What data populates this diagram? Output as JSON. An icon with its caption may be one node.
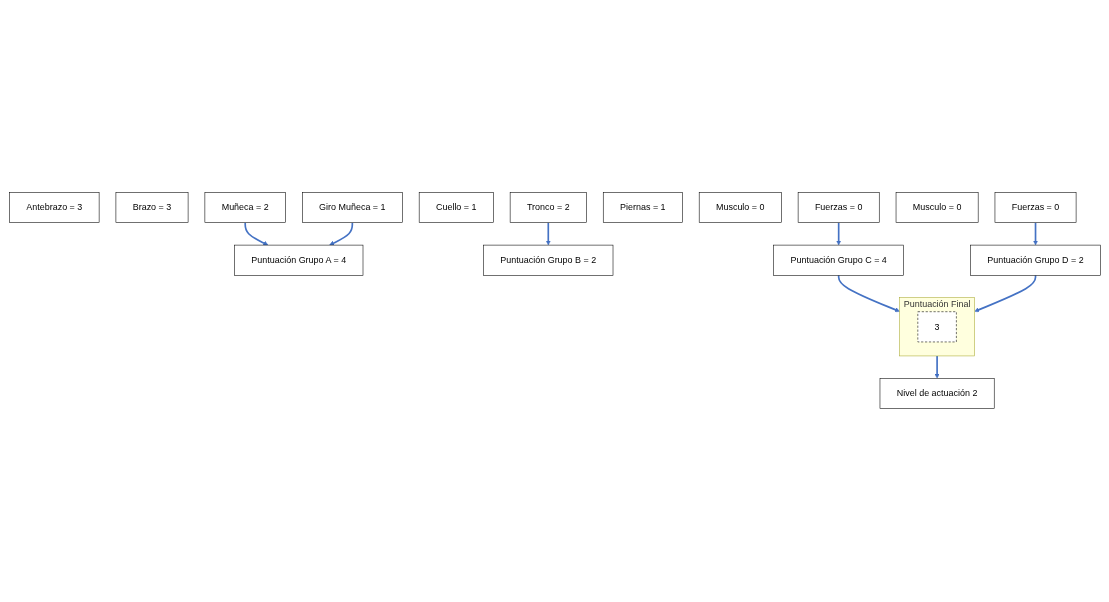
{
  "diagram": {
    "nodes": [
      {
        "text": [
          "Antebrazo = 3"
        ]
      },
      {
        "text": [
          "Brazo = 3"
        ]
      },
      {
        "text": [
          "Muñeca = 2"
        ]
      },
      {
        "text": [
          "Giro Muñeca = 1"
        ]
      },
      {
        "text": [
          "Cuello = 1"
        ]
      },
      {
        "text": [
          "Tronco = 2"
        ]
      },
      {
        "text": [
          "Piernas = 1"
        ]
      },
      {
        "text": [
          "Puntuación Grupo A = 4"
        ]
      },
      {
        "text": [
          "Musculo = 0"
        ]
      },
      {
        "text": [
          "Fuerzas = 0"
        ]
      },
      {
        "text": [
          "Puntuación Grupo B = 2"
        ]
      },
      {
        "text": [
          "Musculo = 0"
        ]
      },
      {
        "text": [
          "Fuerzas = 0"
        ]
      },
      {
        "text": [
          "Puntuación Grupo C = 4"
        ]
      },
      {
        "text": [
          "Puntuación Final"
        ]
      },
      {
        "text": [
          "3"
        ],
        "in": 14
      },
      {
        "text": [
          "Puntuación Grupo D = 2"
        ]
      },
      {
        "text": [
          "Nivel de actuación 2"
        ]
      }
    ],
    "edges": [
      {
        "from": 2,
        "to": 7,
        "arrow": "to"
      },
      {
        "from": 3,
        "to": 7,
        "arrow": "to"
      },
      {
        "from": 5,
        "to": 10,
        "arrow": "to"
      },
      {
        "from": 9,
        "to": 13,
        "arrow": "to"
      },
      {
        "from": 12,
        "to": 16,
        "arrow": "to"
      },
      {
        "from": 13,
        "to": 14,
        "arrow": "to"
      },
      {
        "from": 16,
        "to": 14,
        "arrow": "to"
      },
      {
        "from": 14,
        "to": 17,
        "arrow": "to"
      }
    ]
  }
}
